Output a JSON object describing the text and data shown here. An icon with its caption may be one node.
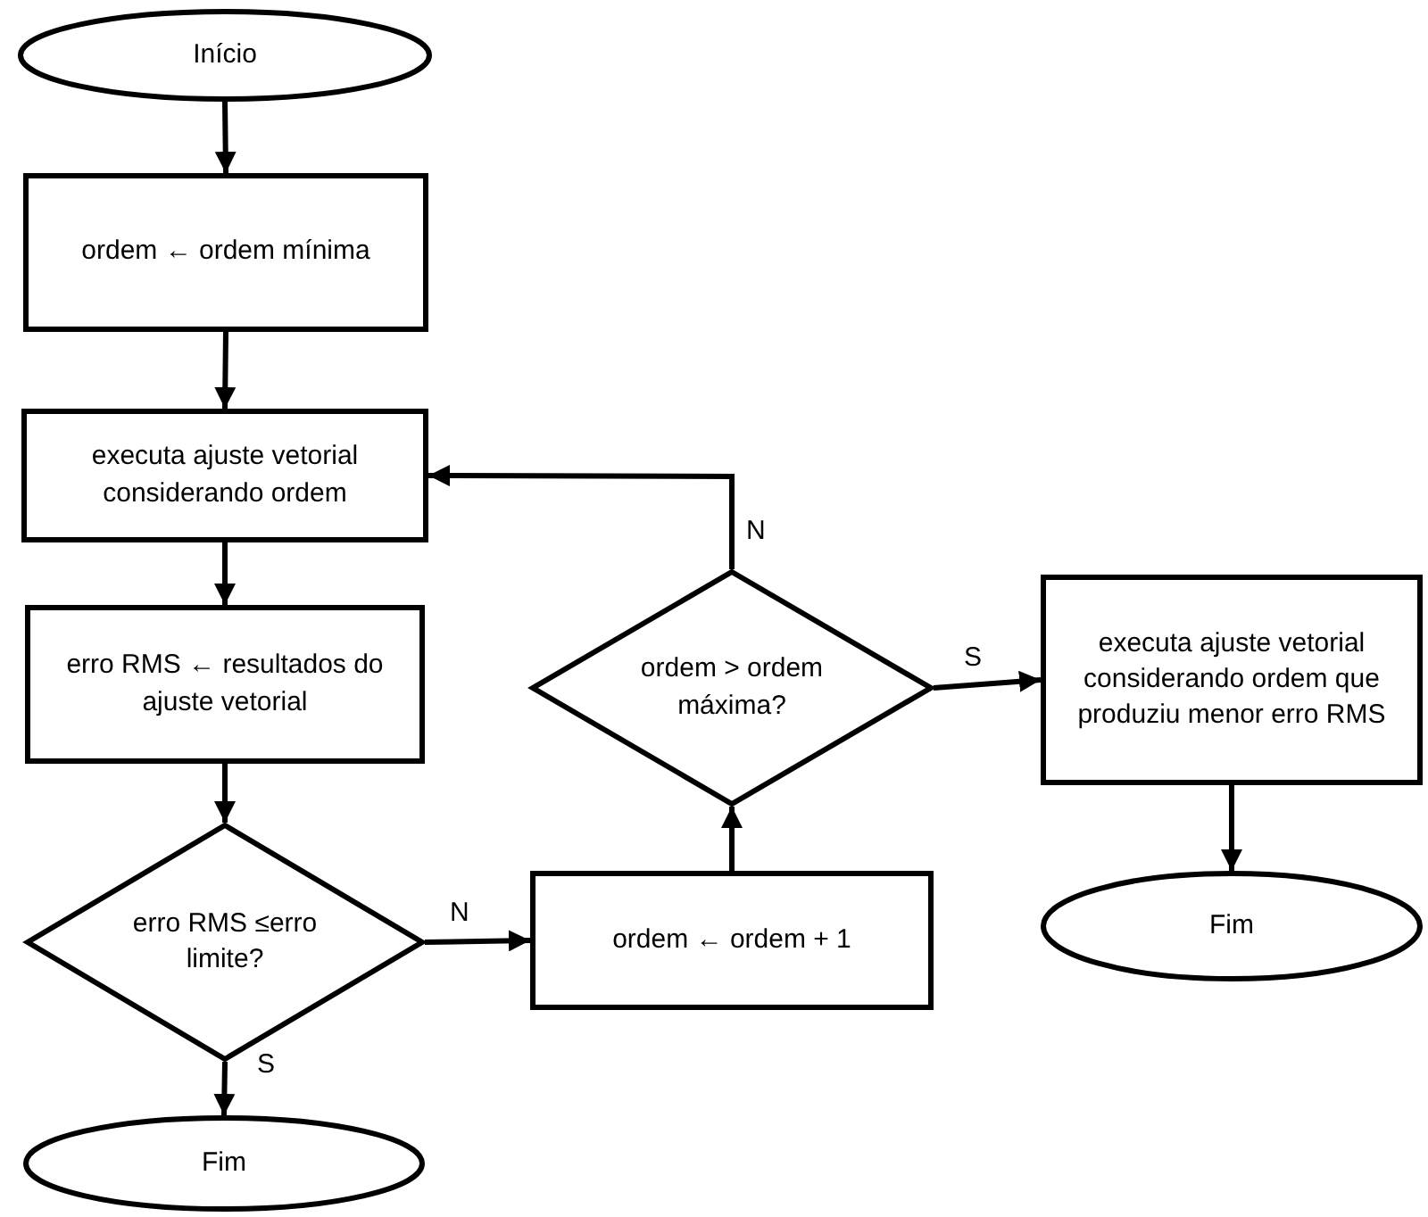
{
  "diagram": {
    "nodes": [
      {
        "text": [
          "Início"
        ]
      },
      {
        "text": [
          "ordem ← ordem mínima"
        ]
      },
      {
        "text": [
          "executa ajuste vetorial considerando ordem"
        ]
      },
      {
        "text": [
          "erro RMS ← resultados do ajuste vetorial"
        ]
      },
      {
        "text": [
          "erro RMS ≤erro limite?"
        ]
      },
      {
        "text": [
          "Fim"
        ]
      },
      {
        "text": [
          "ordem ← ordem + 1"
        ]
      },
      {
        "text": [
          "ordem > ordem máxima?"
        ]
      },
      {
        "text": [
          "executa ajuste vetorial considerando ordem que produziu menor erro RMS"
        ]
      },
      {
        "text": [
          "Fim"
        ]
      }
    ],
    "edges": [
      {
        "from": 0,
        "to": 1,
        "arrow": "to"
      },
      {
        "from": 1,
        "to": 2,
        "arrow": "to"
      },
      {
        "from": 2,
        "to": 3,
        "arrow": "to"
      },
      {
        "from": 3,
        "to": 4,
        "arrow": "to"
      },
      {
        "from": 4,
        "to": 5,
        "arrow": "to",
        "label": "S"
      },
      {
        "from": 4,
        "to": 6,
        "arrow": "to",
        "label": "N"
      },
      {
        "from": 6,
        "to": 7,
        "arrow": "to"
      },
      {
        "from": 7,
        "to": 2,
        "arrow": "to",
        "label": "N"
      },
      {
        "from": 7,
        "to": 8,
        "arrow": "to",
        "label": "S"
      },
      {
        "from": 8,
        "to": 9,
        "arrow": "to"
      }
    ]
  }
}
